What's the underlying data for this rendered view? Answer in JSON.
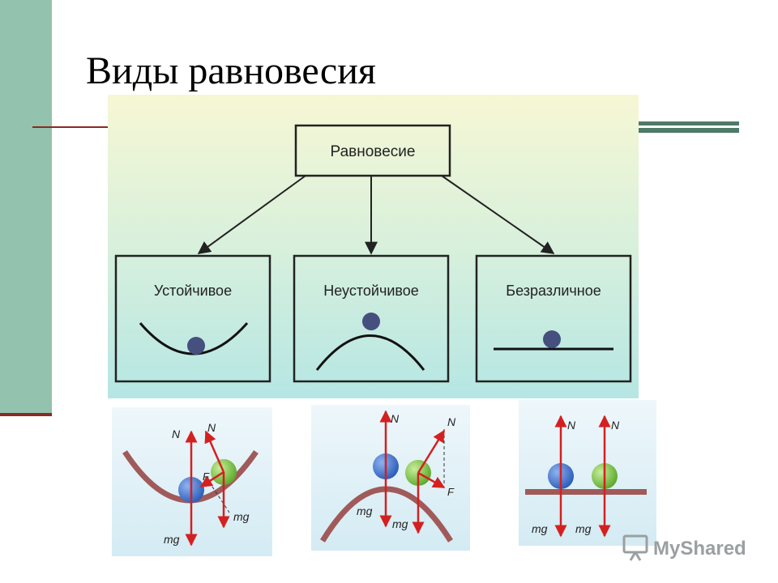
{
  "slide": {
    "title": "Виды равновесия"
  },
  "diagram": {
    "root": "Равновесие",
    "children": [
      "Устойчивое",
      "Неустойчивое",
      "Безразличное"
    ]
  },
  "force_labels": {
    "normal": "N",
    "gravity": "mg",
    "resultant": "F"
  },
  "watermark": {
    "text": "MyShared"
  },
  "colors": {
    "slide_bar": "#93c2ae",
    "accent_line": "#8b2a22",
    "arrow_red": "#d42020",
    "ball_blue": "#3d6fc4",
    "ball_green": "#7ac143",
    "surface": "#a05a5a"
  }
}
